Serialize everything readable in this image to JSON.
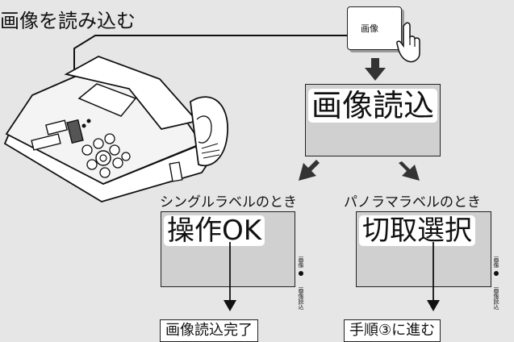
{
  "title": "画像を読み込む",
  "button": {
    "label": "画像"
  },
  "main_screen": {
    "text": "画像読込"
  },
  "branches": [
    {
      "condition": "シングルラベルのとき",
      "screen_text": "操作OK",
      "result": "画像読込完了",
      "side_top": "画像",
      "side_bottom": "画像読込"
    },
    {
      "condition": "パノラマラベルのとき",
      "screen_text": "切取選択",
      "result": "手順③に進む",
      "side_top": "画像",
      "side_bottom": "画像読込"
    }
  ],
  "icons": [
    "printer-device-illustration",
    "hand-pointer-icon",
    "arrow-down-icon",
    "arrow-down-left-icon",
    "arrow-down-right-icon"
  ]
}
